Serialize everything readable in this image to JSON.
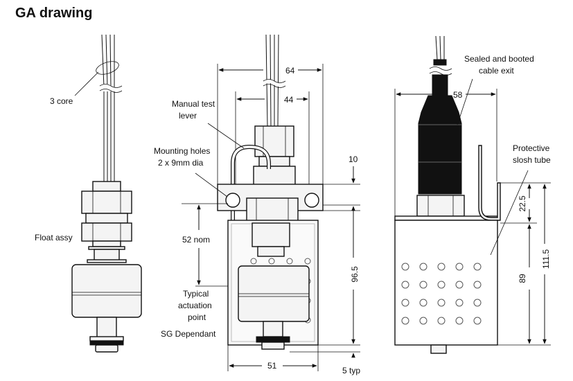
{
  "title": "GA drawing",
  "labels": {
    "three_core": "3 core",
    "float_assy": "Float assy",
    "manual_test_1": "Manual test",
    "manual_test_2": "lever",
    "mounting_1": "Mounting holes",
    "mounting_2": "2 x 9mm dia",
    "typical_1": "Typical",
    "typical_2": "actuation",
    "typical_3": "point",
    "typical_4": "SG Dependant",
    "sealed_1": "Sealed and booted",
    "sealed_2": "cable exit",
    "protective_1": "Protective",
    "protective_2": "slosh tube"
  },
  "dimensions": {
    "d64": "64",
    "d44": "44",
    "d10": "10",
    "d52nom": "52 nom",
    "d96_5": "96.5",
    "d51": "51",
    "d5typ": "5 typ",
    "d58": "58",
    "d22_5": "22.5",
    "d89": "89",
    "d111_5": "111.5"
  }
}
